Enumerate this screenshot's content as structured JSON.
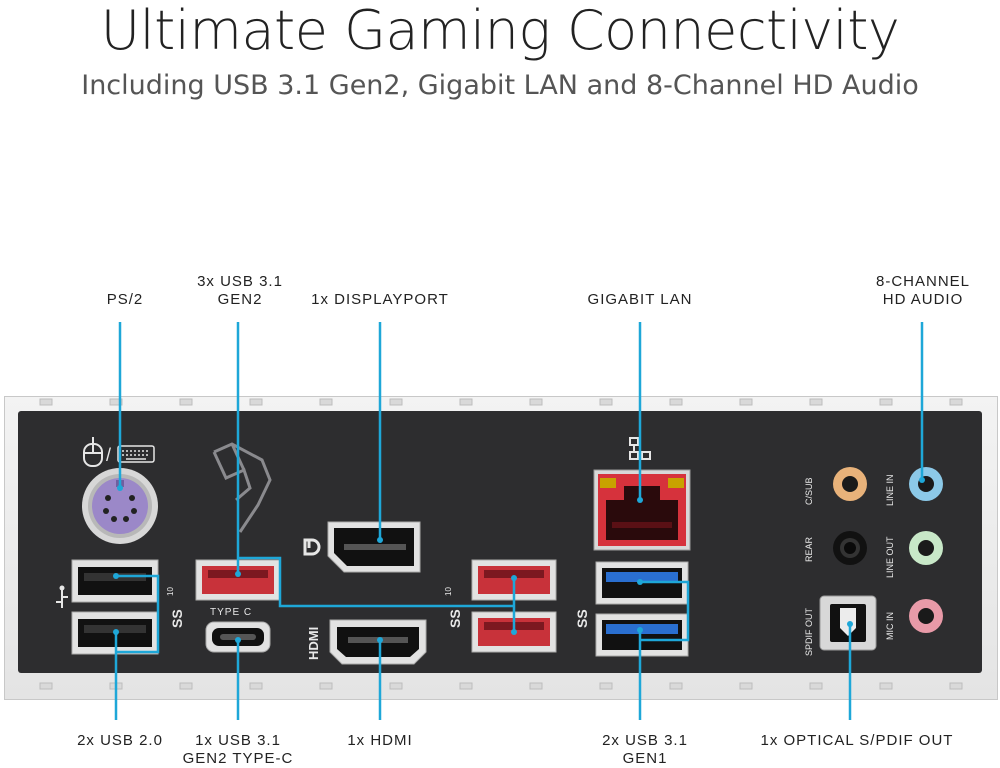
{
  "header": {
    "title": "Ultimate Gaming Connectivity",
    "subtitle": "Including USB 3.1 Gen2, Gigabit LAN and 8-Channel HD Audio"
  },
  "labels": {
    "ps2": "PS/2",
    "usb31_gen2_line1": "3x USB 3.1",
    "usb31_gen2_line2": "GEN2",
    "displayport": "1x DISPLAYPORT",
    "gigabit_lan": "GIGABIT LAN",
    "hd_audio_line1": "8-CHANNEL",
    "hd_audio_line2": "HD AUDIO",
    "usb20": "2x USB 2.0",
    "usb31_typec_line1": "1x USB 3.1",
    "usb31_typec_line2": "GEN2 TYPE-C",
    "hdmi": "1x HDMI",
    "usb31_gen1_line1": "2x USB 3.1",
    "usb31_gen1_line2": "GEN1",
    "optical": "1x OPTICAL S/PDIF OUT"
  },
  "panel_text": {
    "type_c": "TYPE C",
    "hdmi": "HDMI",
    "c_sub": "C/SUB",
    "rear": "REAR",
    "spdif_out": "SPDIF OUT",
    "line_in": "LINE IN",
    "line_out": "LINE OUT",
    "mic_in": "MIC IN",
    "ss10": "10"
  },
  "colors": {
    "callout": "#1ea7d8",
    "panel": "#2d2d2f",
    "usb_gen2_red": "#c8323a",
    "usb_gen1_blue": "#2a6fd0",
    "lan_red": "#d6323c",
    "ps2_purple": "#9b88c8",
    "audio_line_in": "#8cc9e8",
    "audio_line_out": "#c8e8c8",
    "audio_mic_in": "#e89aa8",
    "audio_c_sub": "#e8b27a",
    "audio_rear": "#111111"
  },
  "icons": [
    "mouse-icon",
    "keyboard-icon",
    "rog-logo-icon",
    "displayport-icon",
    "usb-icon",
    "superspeed-10-icon",
    "superspeed-icon",
    "network-icon"
  ]
}
